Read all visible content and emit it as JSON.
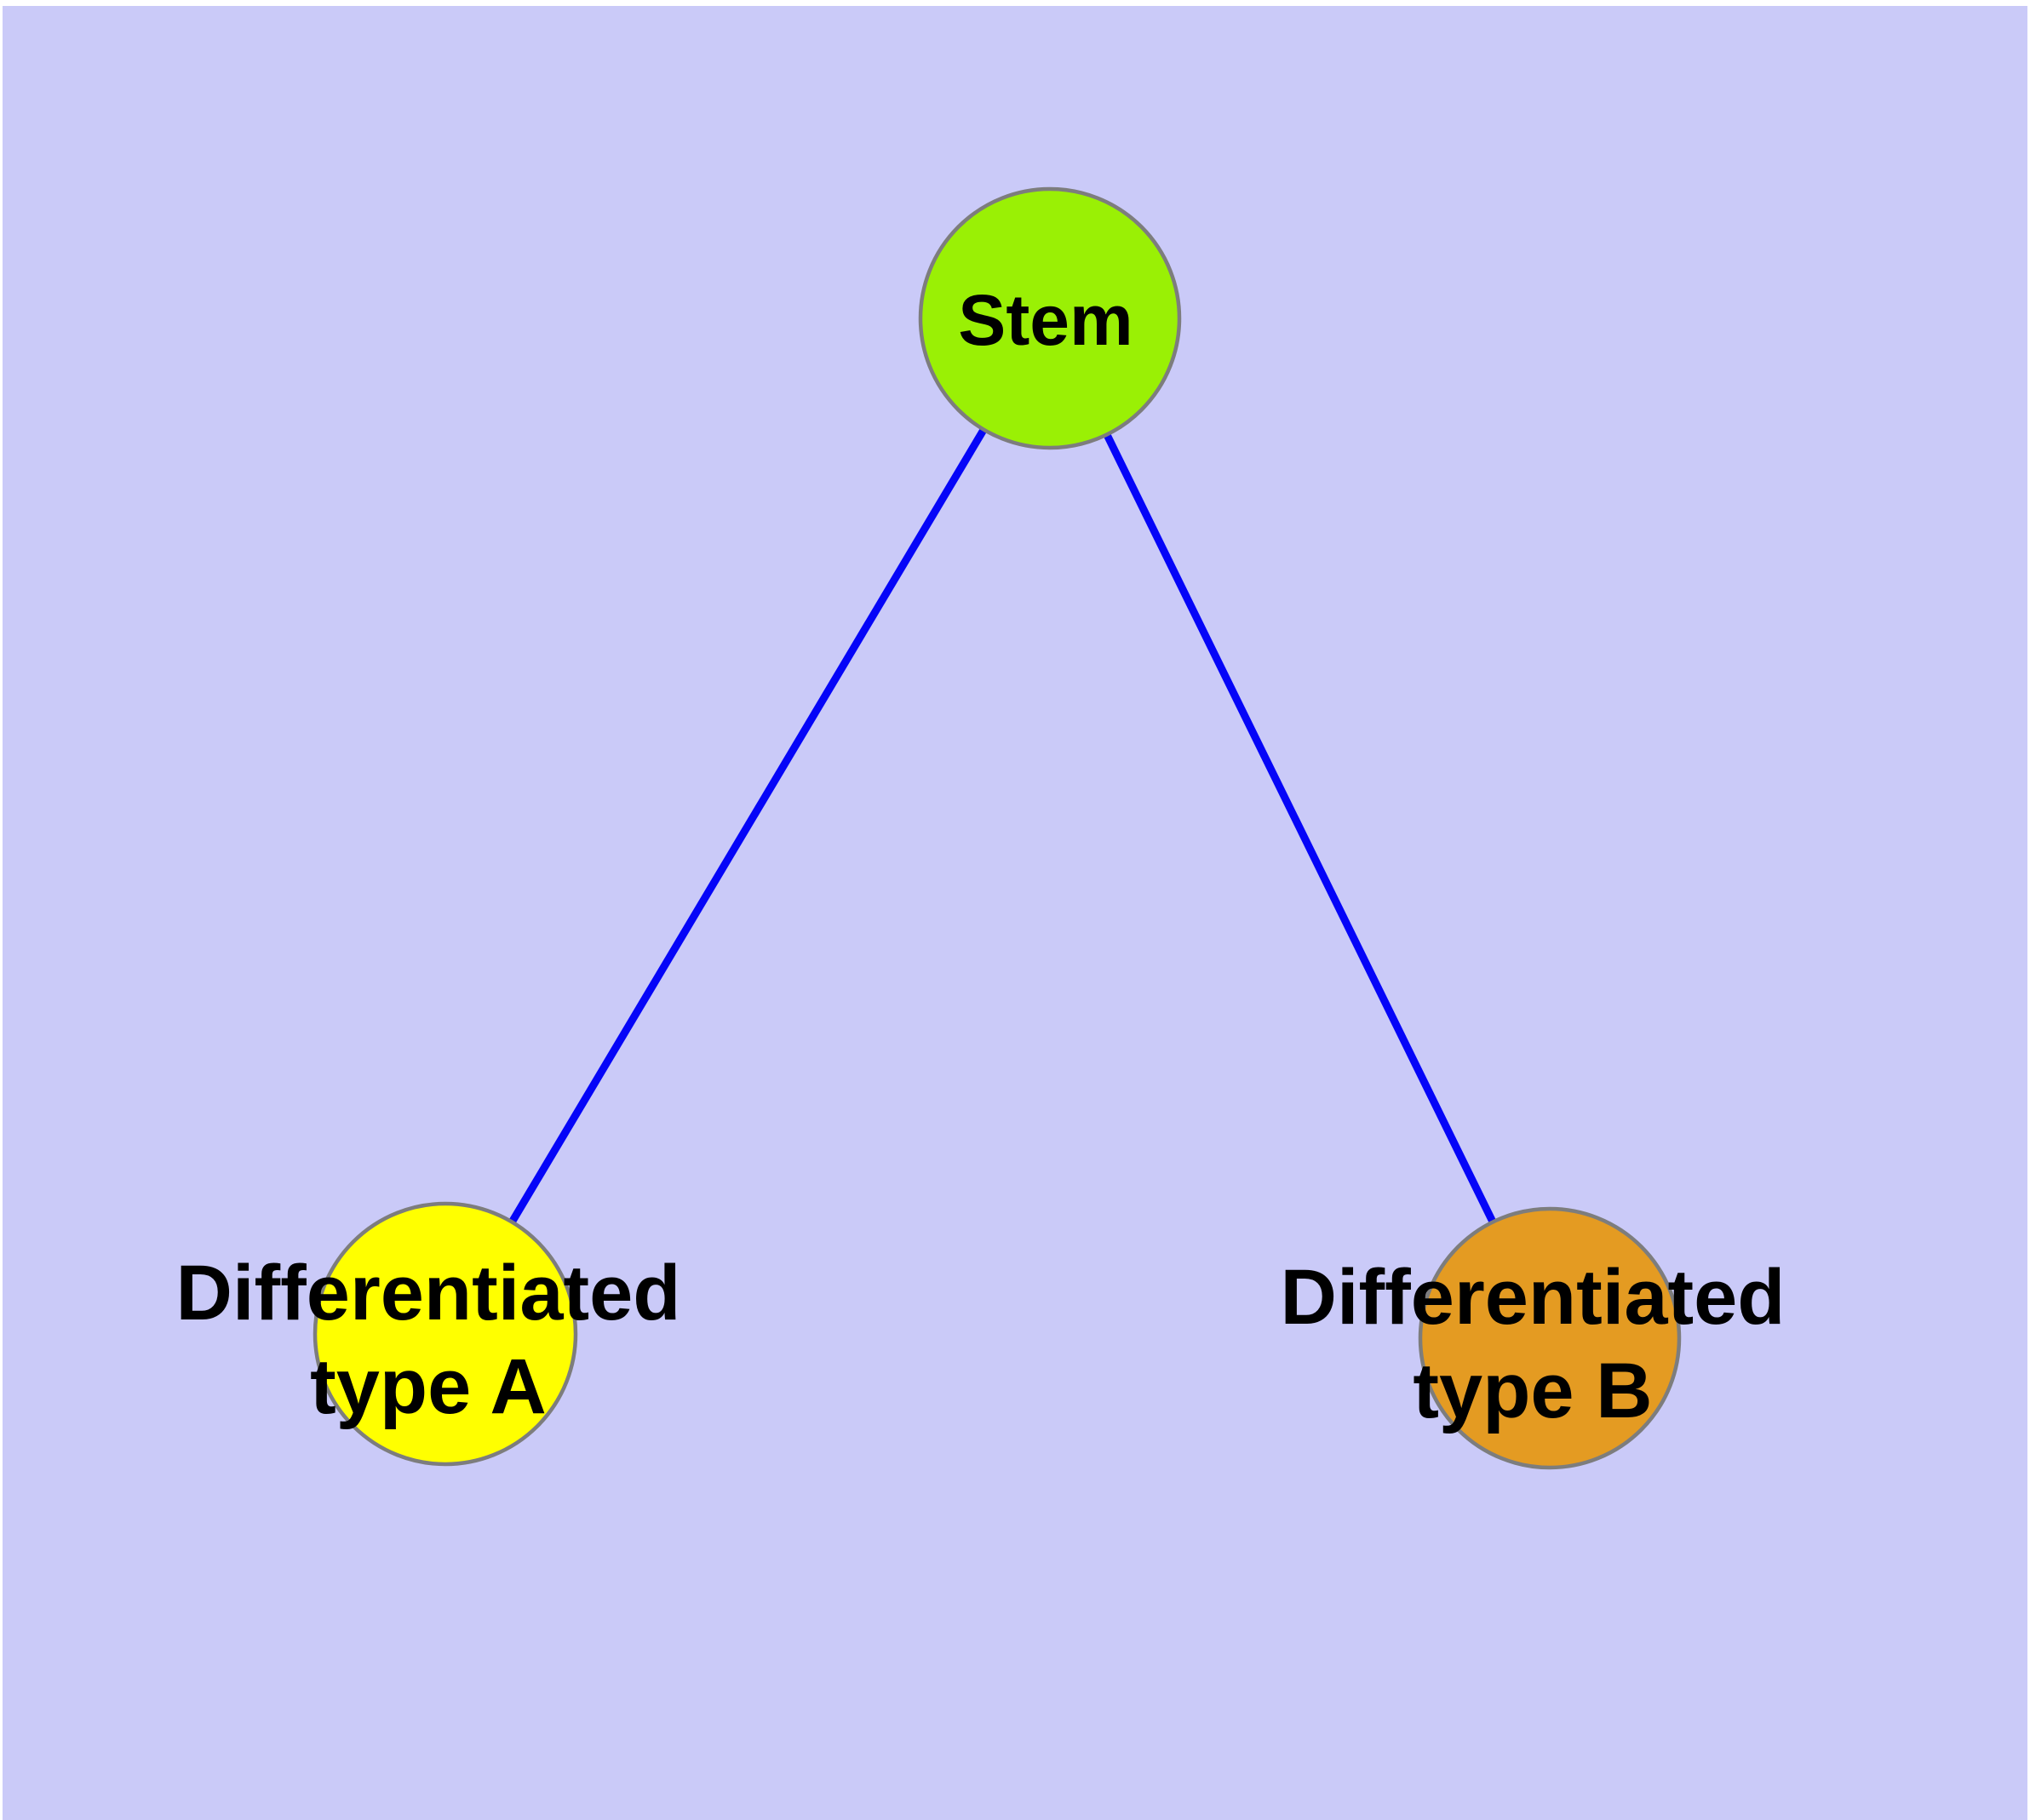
{
  "diagram": {
    "type": "node-link-graph",
    "background": {
      "page_color": "#ffffff",
      "canvas_color": "#cacaf8"
    },
    "edge_style": {
      "color": "#0505f8",
      "width": 9
    },
    "node_style": {
      "border_color": "#7d7d7d",
      "border_width": 4.5,
      "label_color": "#000000"
    },
    "nodes": [
      {
        "id": "stem",
        "label": "Stem",
        "lines": [
          "Stem"
        ],
        "fill": "#9af005"
      },
      {
        "id": "differentiated-type-a",
        "label": "Differentiated type A",
        "lines": [
          "Differentiated",
          "type A"
        ],
        "fill": "#ffff00"
      },
      {
        "id": "differentiated-type-b",
        "label": "Differentiated type B",
        "lines": [
          "Differentiated",
          "type B"
        ],
        "fill": "#e49b22"
      }
    ],
    "edges": [
      {
        "from": "stem",
        "to": "differentiated-type-a"
      },
      {
        "from": "stem",
        "to": "differentiated-type-b"
      }
    ]
  }
}
